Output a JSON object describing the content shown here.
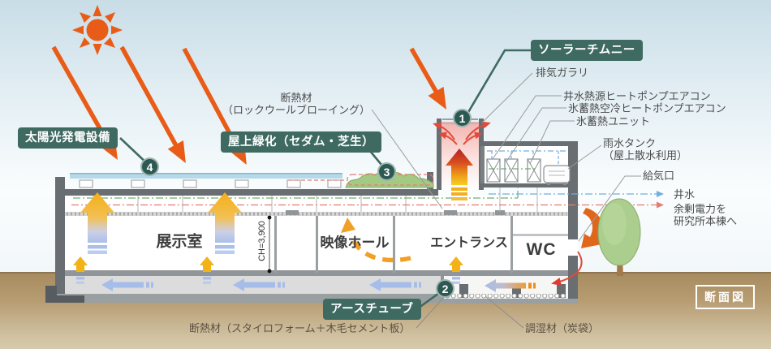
{
  "diagram_title": "断面図",
  "callouts": {
    "solar_power": "太陽光発電設備",
    "roof_greening": "屋上緑化（セダム・芝生）",
    "roof_insulation_l1": "断熱材",
    "roof_insulation_l2": "（ロックウールブローイング）",
    "solar_chimney": "ソーラーチムニー",
    "exhaust_louver": "排気ガラリ",
    "well_water_heatpump": "井水熱源ヒートポンプエアコン",
    "ice_storage_heatpump": "氷蓄熱空冷ヒートポンプエアコン",
    "ice_storage_unit": "氷蓄熱ユニット",
    "rain_tank_l1": "雨水タンク",
    "rain_tank_l2": "（屋上散水利用）",
    "air_inlet": "給気口",
    "well_water": "井水",
    "surplus_l1": "余剰電力を",
    "surplus_l2": "研究所本棟へ",
    "earth_tube": "アースチューブ",
    "floor_insulation": "断熱材（スタイロフォーム＋木毛セメント板）",
    "humidity_control": "調湿材（炭袋）"
  },
  "rooms": {
    "exhibition": "展示室",
    "hall": "映像ホール",
    "entrance": "エントランス",
    "wc": "WC",
    "ceiling_height": "CH=3,900"
  },
  "markers": {
    "m1": "1",
    "m2": "2",
    "m3": "3",
    "m4": "4"
  },
  "colors": {
    "label_box": "#3e6a61",
    "marker_circle": "#2c5a52",
    "sun_orange": "#e85c17",
    "ground_brown": "#b79c72",
    "structure_gray": "#686e71",
    "warm_arrow_yellow": "#f4af17",
    "cool_arrow_blue": "#a6bde9",
    "pipe_red": "#e57b73",
    "pipe_green": "#6fae6f",
    "pipe_blue": "#74aede"
  }
}
